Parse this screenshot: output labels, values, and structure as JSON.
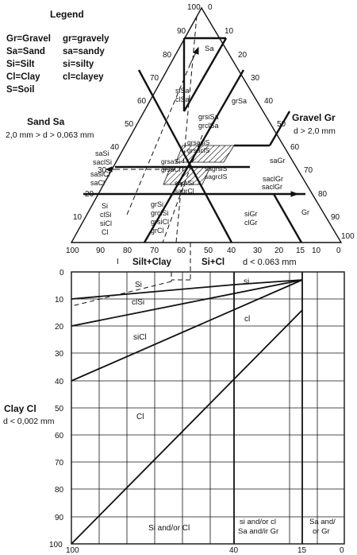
{
  "legend": {
    "title": "Legend",
    "col1": [
      "Gr=Gravel",
      "Sa=Sand",
      "Si=Silt",
      "Cl=Clay",
      "S=Soil"
    ],
    "col2": [
      "gr=gravely",
      "sa=sandy",
      "si=silty",
      "cl=clayey"
    ]
  },
  "triangle": {
    "apex_labels": [
      "100",
      "0"
    ],
    "left_ticks": [
      "90",
      "80",
      "70",
      "60",
      "50",
      "40",
      "30",
      "20",
      "10"
    ],
    "right_ticks": [
      "10",
      "20",
      "30",
      "40",
      "50",
      "60",
      "70",
      "80",
      "90"
    ],
    "bottom_ticks": [
      "100",
      "90",
      "80",
      "70",
      "60",
      "50",
      "40",
      "30",
      "20",
      "15",
      "10",
      "0"
    ],
    "right_end_tick": "100",
    "side_left_title": "Sand Sa",
    "side_left_range": "2,0 mm > d > 0,063 mm",
    "side_right_title": "Gravel Gr",
    "side_right_range": "d > 2,0 mm",
    "bottom_left_title": "Silt+Clay",
    "bottom_right_title": "Si+Cl",
    "bottom_right_range": "d < 0.063 mm",
    "bottom_marker": "I",
    "zones": {
      "sa": "Sa",
      "sisa": [
        "siSa",
        "clSa"
      ],
      "grsa": "grSa",
      "grsisa": [
        "grsiSa",
        "grclSa"
      ],
      "grsasis": [
        "grsasiS",
        "grsaclS"
      ],
      "grsasi": [
        "grsaSi",
        "grsaCl"
      ],
      "sagrsis": [
        "sagrsiS",
        "sagrclS"
      ],
      "sagrsi": [
        "sagrSi",
        "sagrCl"
      ],
      "sasi": [
        "saSi",
        "saclSi",
        "sasiCl",
        "saCl"
      ],
      "sagr": [
        "saGr",
        "saclGr"
      ],
      "gr": "Gr",
      "si_low": [
        "Si",
        "clSi",
        "siCl",
        "Cl"
      ],
      "grsi_low": [
        "grSi",
        "grclSi",
        "grsiCl",
        "grCl"
      ],
      "sigr": [
        "siGr",
        "clGr"
      ]
    }
  },
  "plasticity": {
    "left_title": "Clay Cl",
    "left_range": "d < 0,002 mm",
    "y_ticks": [
      "0",
      "10",
      "20",
      "30",
      "40",
      "50",
      "60",
      "70",
      "80",
      "90",
      "100"
    ],
    "x_ticks": [
      "100",
      "40",
      "15",
      "0"
    ],
    "zones": {
      "si_left": "Si",
      "clsi": "clSi",
      "sicl": "siCl",
      "cl_left": "Cl",
      "si_right": "si",
      "cl_right": "cl",
      "bottom_1": "Si and/or Cl",
      "bottom_2a": "si and/or cl",
      "bottom_2b": "Sa and/ir Gr",
      "bottom_3a": "Sa and/",
      "bottom_3b": "or Gr"
    }
  }
}
